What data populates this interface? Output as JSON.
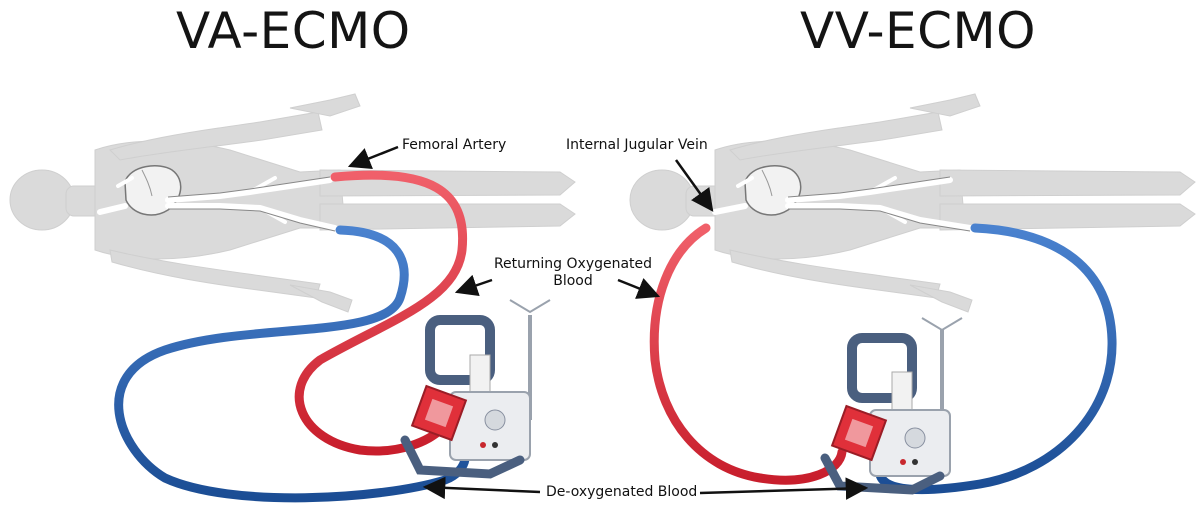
{
  "titles": {
    "left": "VA-ECMO",
    "right": "VV-ECMO"
  },
  "labels": {
    "femoral_artery": "Femoral Artery",
    "internal_jugular_vein": "Internal Jugular Vein",
    "returning_line1": "Returning Oxygenated",
    "returning_line2": "Blood",
    "deoxygenated": "De-oxygenated Blood"
  },
  "colors": {
    "oxygenated": "#e02d3c",
    "deoxygenated": "#2460b0",
    "body_silhouette": "#d8d8d8",
    "machine_frame": "#4a5f7f",
    "oxygenator": "#e0303a"
  }
}
